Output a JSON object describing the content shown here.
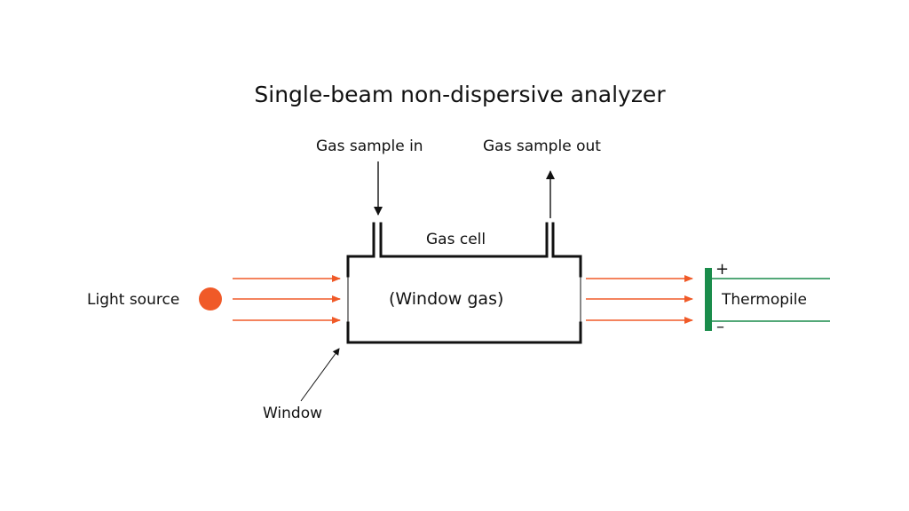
{
  "title": "Single-beam non-dispersive analyzer",
  "labels": {
    "gas_in": "Gas sample in",
    "gas_out": "Gas sample out",
    "gas_cell": "Gas cell",
    "window_gas": "(Window gas)",
    "light_source": "Light source",
    "thermopile": "Thermopile",
    "window": "Window",
    "plus": "+",
    "minus": "–"
  },
  "colors": {
    "beam": "#f05a28",
    "source": "#f05a28",
    "detector": "#1a8c4b",
    "outline": "#111111"
  }
}
